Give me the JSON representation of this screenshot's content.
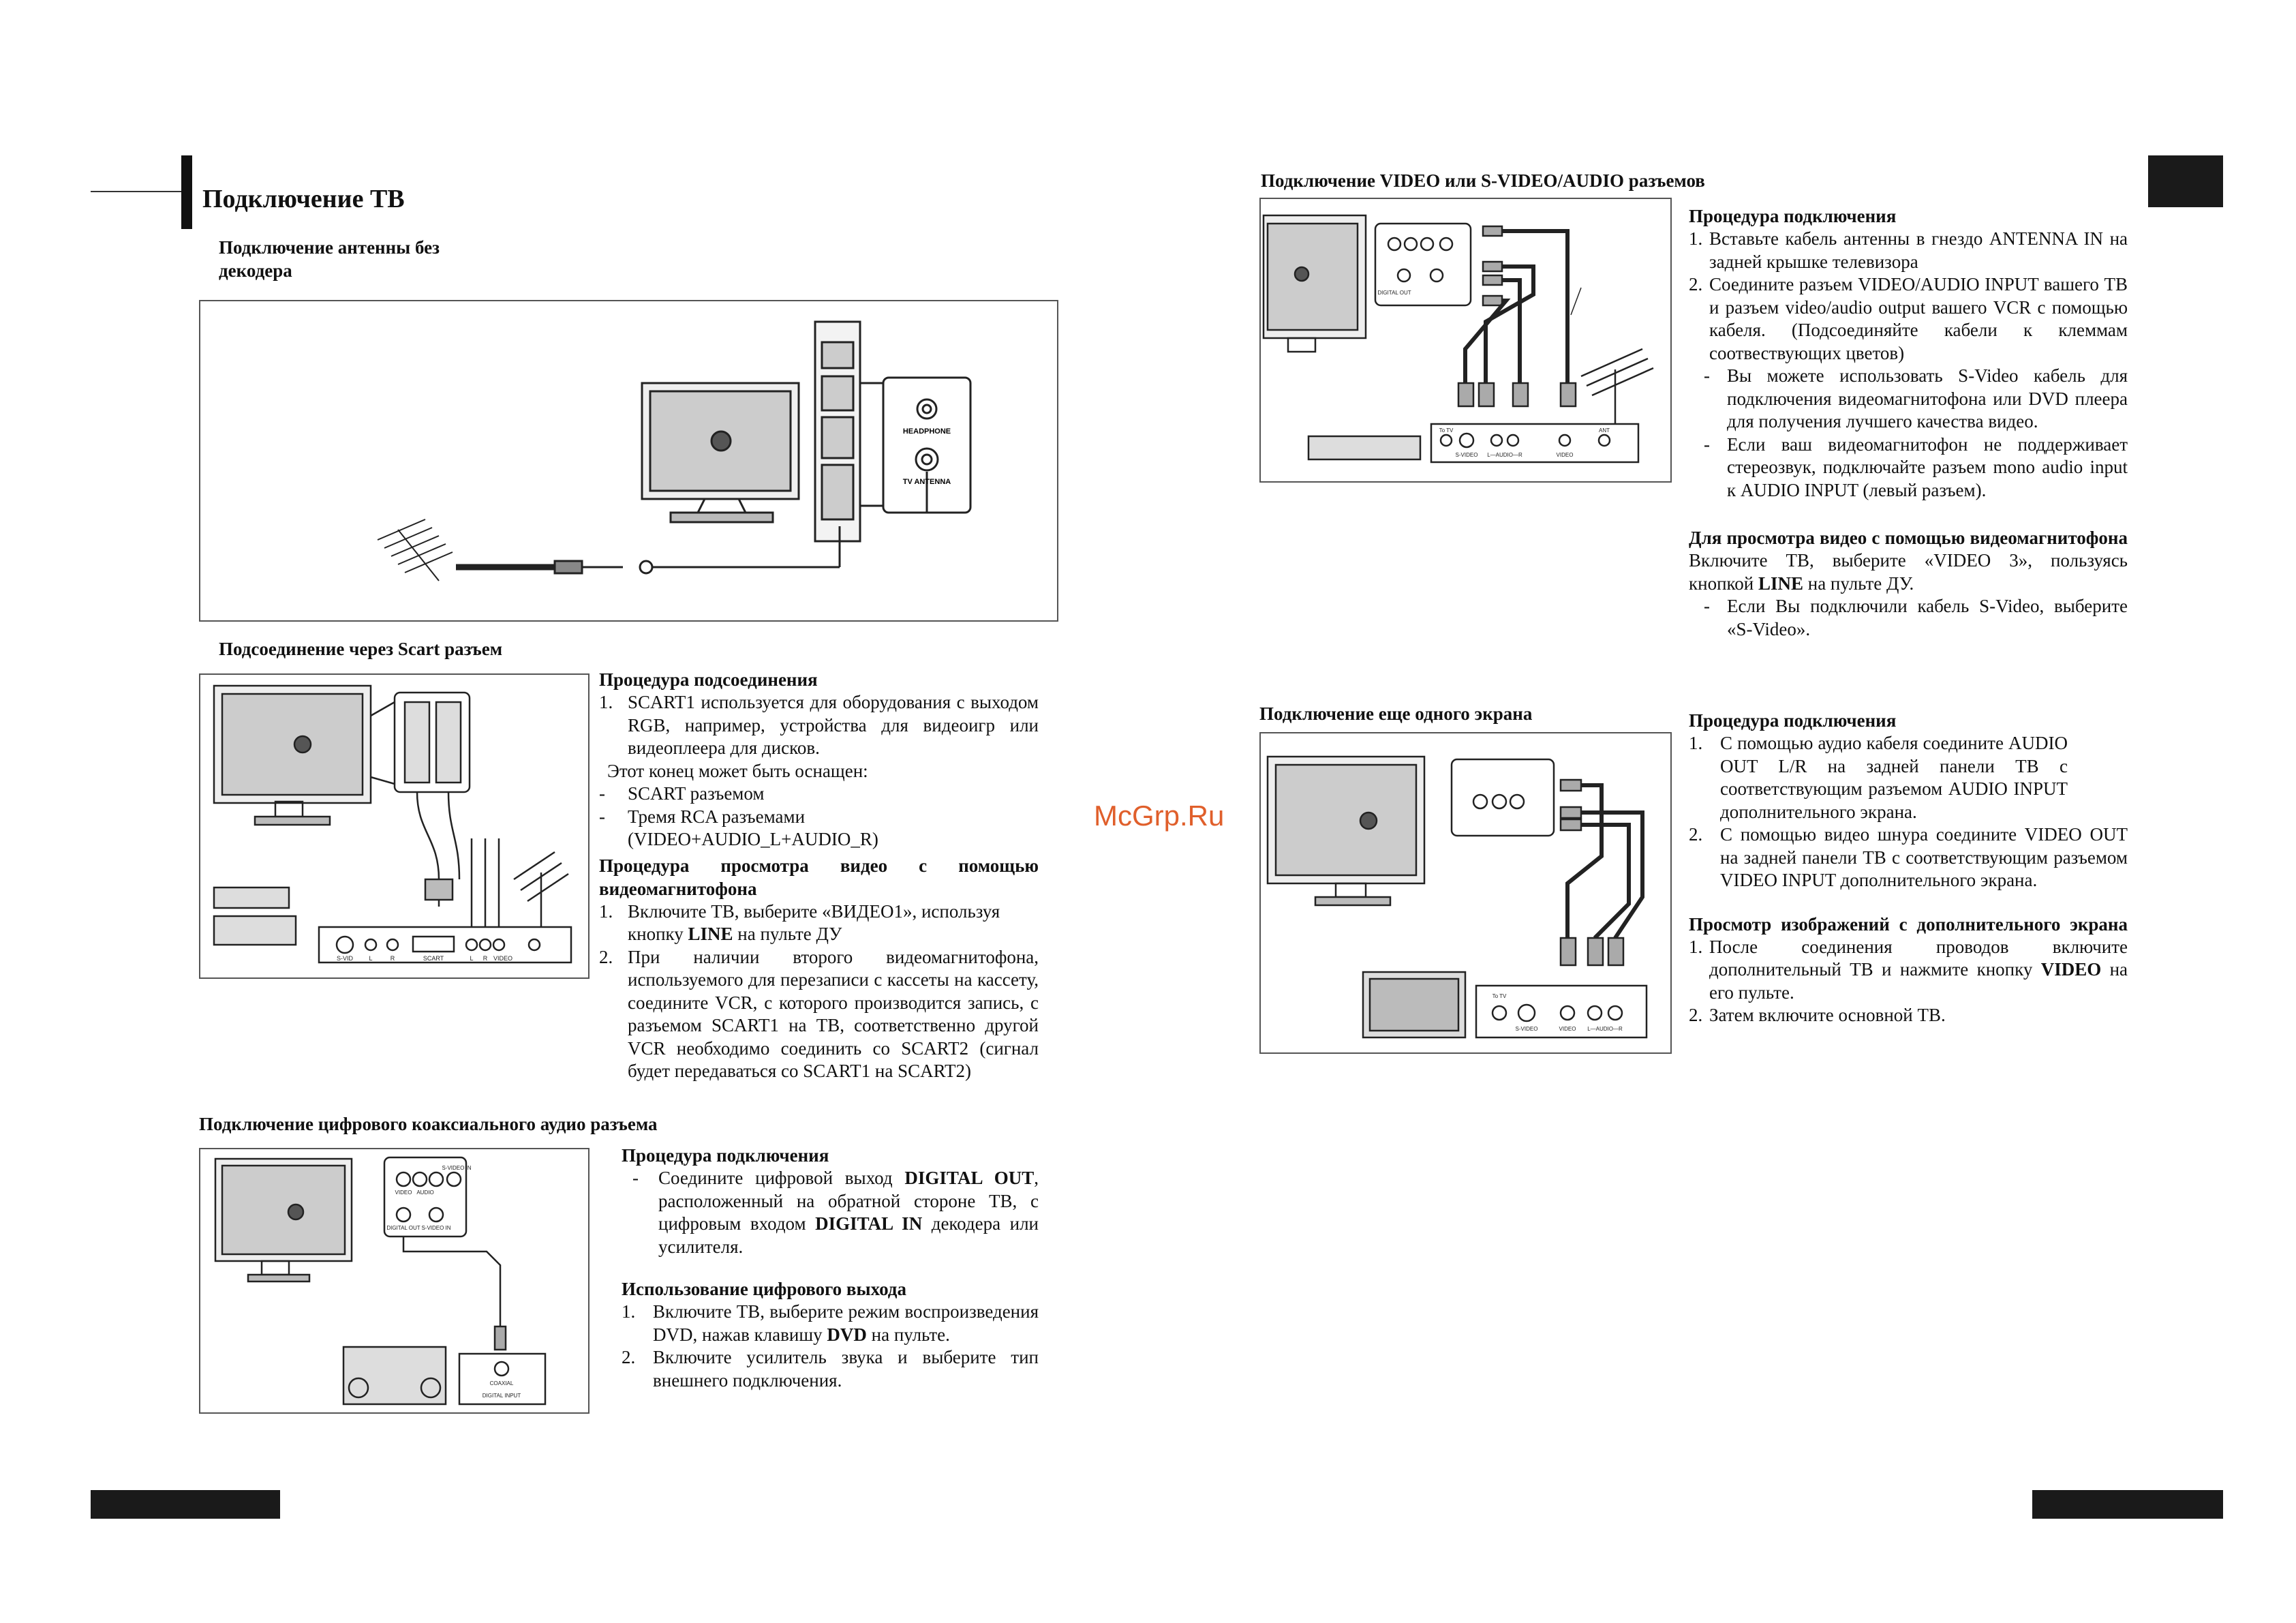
{
  "left": {
    "main_title": "Подключение ТВ",
    "antenna_heading": "Подключение антенны без декодера",
    "antenna_fig_labels": {
      "headphone": "HEADPHONE",
      "tv_antenna": "TV ANTENNA"
    },
    "scart_heading": "Подсоединение через Scart разъем",
    "scart_fig_labels": {
      "svid": "S-VID",
      "l": "L",
      "r": "R",
      "scart": "SCART",
      "l2": "L",
      "r2": "R",
      "video": "VIDEO"
    },
    "scart_proc_title": "Процедура подсоединения",
    "scart_items": [
      {
        "n": "1.",
        "t": "SCART1 используется для оборудования с выходом RGB, например, устройства для видеоигр или видеоплеера для дисков."
      }
    ],
    "scart_note": "Этот конец может быть оснащен:",
    "scart_dash": [
      {
        "n": "-",
        "t": "SCART разъемом"
      },
      {
        "n": "-",
        "t": "Тремя RCA разъемами (VIDEO+AUDIO_L+AUDIO_R)"
      }
    ],
    "vcr_title": "Процедура просмотра видео с помощью видеомагнитофона",
    "vcr_items": [
      {
        "n": "1.",
        "pre": "Включите ТВ, выберите «ВИДЕО1», используя кнопку ",
        "bold": "LINE",
        "post": " на пульте ДУ"
      },
      {
        "n": "2.",
        "pre": "При наличии второго видеомагнитофона, используемого для перезаписи с кассеты на кассету, соедините VCR, с которого производится запись, с разъемом SCART1 на ТВ, соответственно другой VCR необходимо соединить со SCART2 (сигнал будет передаваться со SCART1 на SCART2)",
        "bold": "",
        "post": ""
      }
    ],
    "coax_heading": "Подключение цифрового коаксиального аудио разъема",
    "coax_fig_labels": {
      "video": "VIDEO",
      "audio": "AUDIO",
      "svideo": "S-VIDEO IN",
      "digital": "DIGITAL OUT",
      "svideo2": "S-VIDEO IN",
      "coaxial": "COAXIAL",
      "digital_input": "DIGITAL INPUT"
    },
    "coax_proc_title": "Процедура подключения",
    "coax_items": [
      {
        "n": "-",
        "p1": "Соедините цифровой выход ",
        "b1": "DIGITAL OUT",
        "p2": ", расположенный на обратной стороне ТВ, с цифровым входом ",
        "b2": "DIGITAL IN",
        "p3": " декодера или усилителя."
      }
    ],
    "digital_use_title": "Использование цифрового выхода",
    "digital_items": [
      {
        "n": "1.",
        "pre": "Включите ТВ, выберите режим воспроизведения DVD, нажав клавишу ",
        "bold": "DVD",
        "post": " на пульте."
      },
      {
        "n": "2.",
        "pre": "Включите усилитель звука и выберите тип внешнего подключения.",
        "bold": "",
        "post": ""
      }
    ]
  },
  "right": {
    "video_heading": "Подключение VIDEO или S-VIDEO/AUDIO разъемов",
    "video_fig_labels": {
      "to_tv": "To TV",
      "svideo": "S-VIDEO",
      "laudio": "L—AUDIO—R",
      "video": "VIDEO",
      "ant": "ANT",
      "digital": "DIGITAL OUT"
    },
    "video_proc_title": "Процедура подключения",
    "video_items": [
      {
        "n": "1.",
        "t": "Вставьте кабель антенны в гнездо ANTENNA IN на задней крышке телевизора"
      },
      {
        "n": "2.",
        "t": "Соедините разъем VIDEO/AUDIO INPUT вашего ТВ и разъем video/audio output вашего VCR с помощью кабеля. (Подсоединяйте кабели к клеммам соотвествующих цветов)"
      },
      {
        "n": "-",
        "t": "Вы можете использовать S-Video кабель для подключения видеомагнитофона или DVD плеера для получения лучшего качества видео."
      },
      {
        "n": "-",
        "t": "Если ваш видеомагнитофон не поддерживает стереозвук, подключайте разъем mono audio input к AUDIO INPUT (левый разъем)."
      }
    ],
    "vcr_view_title": "Для просмотра видео с помощью видеомагнитофона",
    "vcr_view_pre": "Включите ТВ, выберите «VIDEO 3», пользуясь кнопкой ",
    "vcr_view_bold": "LINE",
    "vcr_view_post": " на пульте ДУ.",
    "vcr_view_dash": {
      "n": "-",
      "t": "Если Вы подключили кабель S-Video, выберите «S-Video»."
    },
    "screen_heading": "Подключение еще одного экрана",
    "screen_fig_labels": {
      "to_tv": "To TV",
      "svideo": "S-VIDEO",
      "video": "VIDEO",
      "laudio": "L—AUDIO—R"
    },
    "screen_proc_title": "Процедура подключения",
    "screen_items": [
      {
        "n": "1.",
        "t": "С помощью аудио кабеля соедините AUDIO OUT L/R на задней панели ТВ с соответствующим разъемом AUDIO INPUT дополнительного экрана."
      },
      {
        "n": "2.",
        "t": "С помощью видео шнура соедините VIDEO OUT на задней панели ТВ с соответствующим разъемом VIDEO INPUT дополнительного экрана."
      }
    ],
    "view_title": "Просмотр изображений с дополнительного экрана",
    "view_items": [
      {
        "n": "1.",
        "pre": "После соединения проводов включите дополнительный ТВ и нажмите кнопку ",
        "bold": "VIDEO",
        "post": " на его пульте."
      },
      {
        "n": "2.",
        "pre": "Затем включите основной ТВ.",
        "bold": "",
        "post": ""
      }
    ]
  },
  "watermark": "McGrp.Ru"
}
